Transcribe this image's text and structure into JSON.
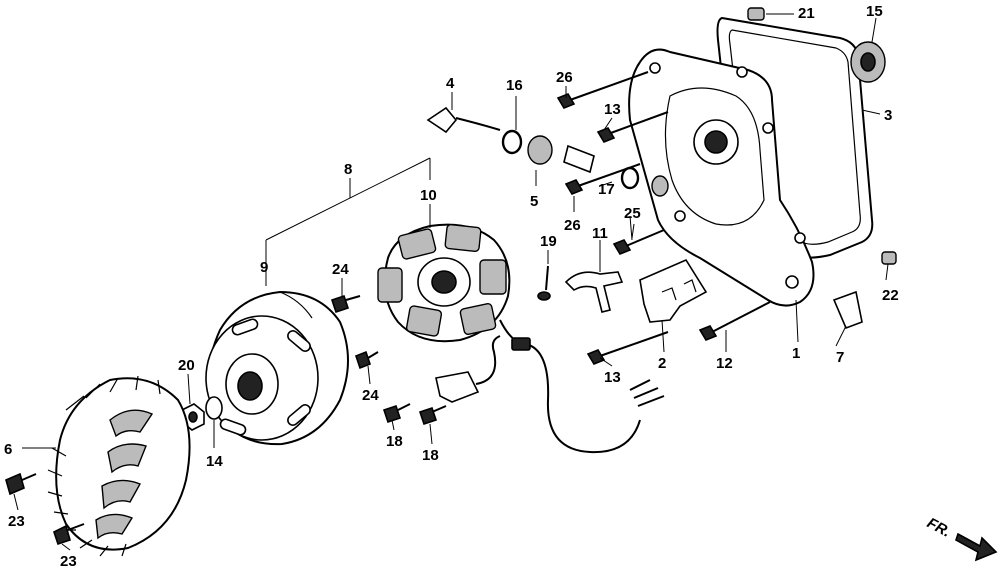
{
  "labels": {
    "p1": "1",
    "p2": "2",
    "p3": "3",
    "p4": "4",
    "p5": "5",
    "p6": "6",
    "p7": "7",
    "p8": "8",
    "p9": "9",
    "p10": "10",
    "p11": "11",
    "p12": "12",
    "p13a": "13",
    "p13b": "13",
    "p14": "14",
    "p15": "15",
    "p16": "16",
    "p17": "17",
    "p18a": "18",
    "p18b": "18",
    "p19": "19",
    "p20": "20",
    "p21": "21",
    "p22": "22",
    "p23a": "23",
    "p23b": "23",
    "p24a": "24",
    "p24b": "24",
    "p25": "25",
    "p26a": "26",
    "p26b": "26"
  },
  "front_arrow": {
    "text": "FR."
  }
}
